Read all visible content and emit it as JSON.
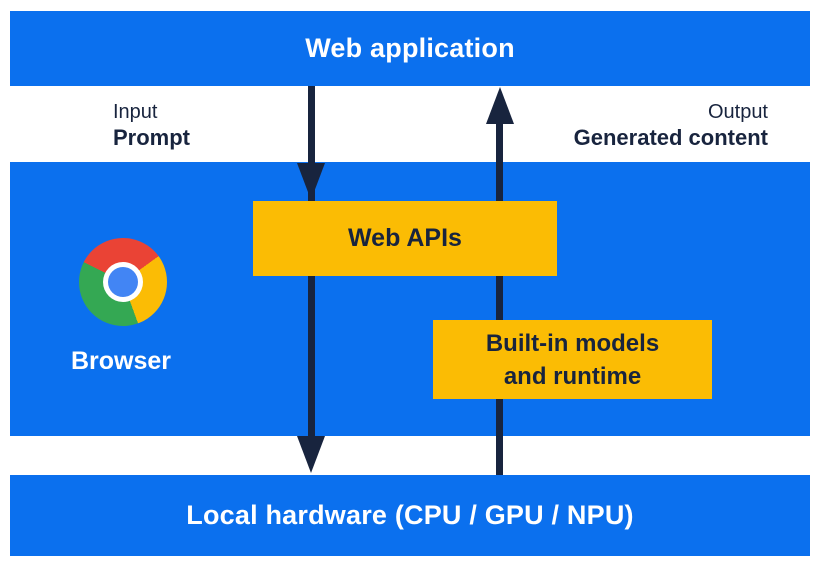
{
  "colors": {
    "section_blue": "#0b70ee",
    "box_yellow": "#fbbc04",
    "ink_navy": "#18243e",
    "text_white": "#ffffff",
    "chrome_red": "#ea4335",
    "chrome_green": "#34a853",
    "chrome_yellow": "#fbbc05",
    "chrome_blue": "#4285f4"
  },
  "layers": {
    "web_application": {
      "label": "Web application"
    },
    "io_labels": {
      "input_title": "Input",
      "input_value": "Prompt",
      "output_title": "Output",
      "output_value": "Generated content"
    },
    "browser": {
      "label": "Browser",
      "icon": "chrome-logo",
      "web_apis_box": {
        "label": "Web APIs"
      },
      "builtin_box": {
        "lines": [
          "Built-in models",
          "and runtime"
        ]
      }
    },
    "local_hardware": {
      "label": "Local hardware (CPU / GPU / NPU)"
    }
  },
  "arrows": [
    {
      "name": "prompt-flow-arrow",
      "direction": "down",
      "from": "Web application",
      "to": "Local hardware (CPU / GPU / NPU)"
    },
    {
      "name": "generated-content-flow-arrow",
      "direction": "up",
      "from": "Local hardware (CPU / GPU / NPU)",
      "to": "Web application"
    }
  ]
}
